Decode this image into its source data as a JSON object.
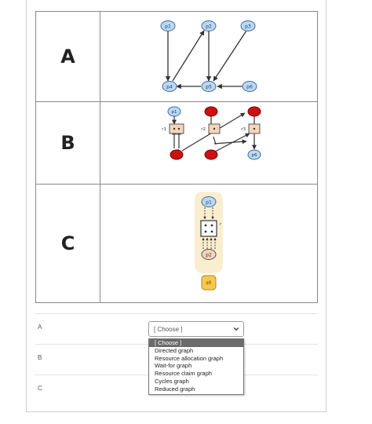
{
  "figure": {
    "rows": [
      {
        "label": "A"
      },
      {
        "label": "B"
      },
      {
        "label": "C"
      }
    ],
    "graph_a": {
      "nodes": [
        "p1",
        "p2",
        "p3",
        "p4",
        "p5",
        "p6"
      ]
    },
    "graph_b": {
      "nodes_top": [
        "p1"
      ],
      "resources": [
        "r1",
        "r2",
        "r3"
      ],
      "nodes_bottom": [
        "p6"
      ]
    },
    "graph_c": {
      "nodes": [
        "p1",
        "p2",
        "s0"
      ],
      "resource": "r"
    },
    "colors": {
      "process_fill": "#bcd8f0",
      "process_stroke": "#3a6ea8",
      "red": "#cc1111",
      "resource_fill": "#f6d5bd",
      "highlight": "#fbeed0",
      "yellow": "#f6c94e"
    }
  },
  "questions": [
    {
      "label": "A",
      "select_value": "[ Choose ]"
    },
    {
      "label": "B"
    },
    {
      "label": "C"
    }
  ],
  "dropdown": {
    "options": [
      "[ Choose ]",
      "Directed graph",
      "Resource allocation graph",
      "Wait-for graph",
      "Resource claim graph",
      "Cycles graph",
      "Reduced graph"
    ],
    "selected_index": 0
  }
}
